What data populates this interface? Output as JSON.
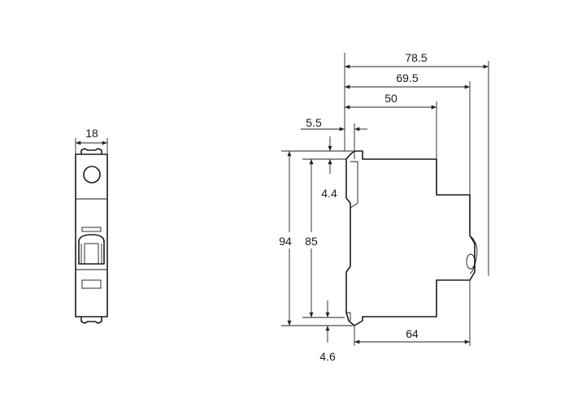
{
  "front_view": {
    "width_label": "18"
  },
  "side_view": {
    "total_depth_label": "78.5",
    "depth_to_toggle_label": "69.5",
    "depth_to_shoulder_label": "50",
    "rail_offset_label": "5.5",
    "top_clip_label": "4.4",
    "overall_height_label": "94",
    "body_height_label": "85",
    "bottom_clip_label": "4.6",
    "base_depth_label": "64"
  }
}
